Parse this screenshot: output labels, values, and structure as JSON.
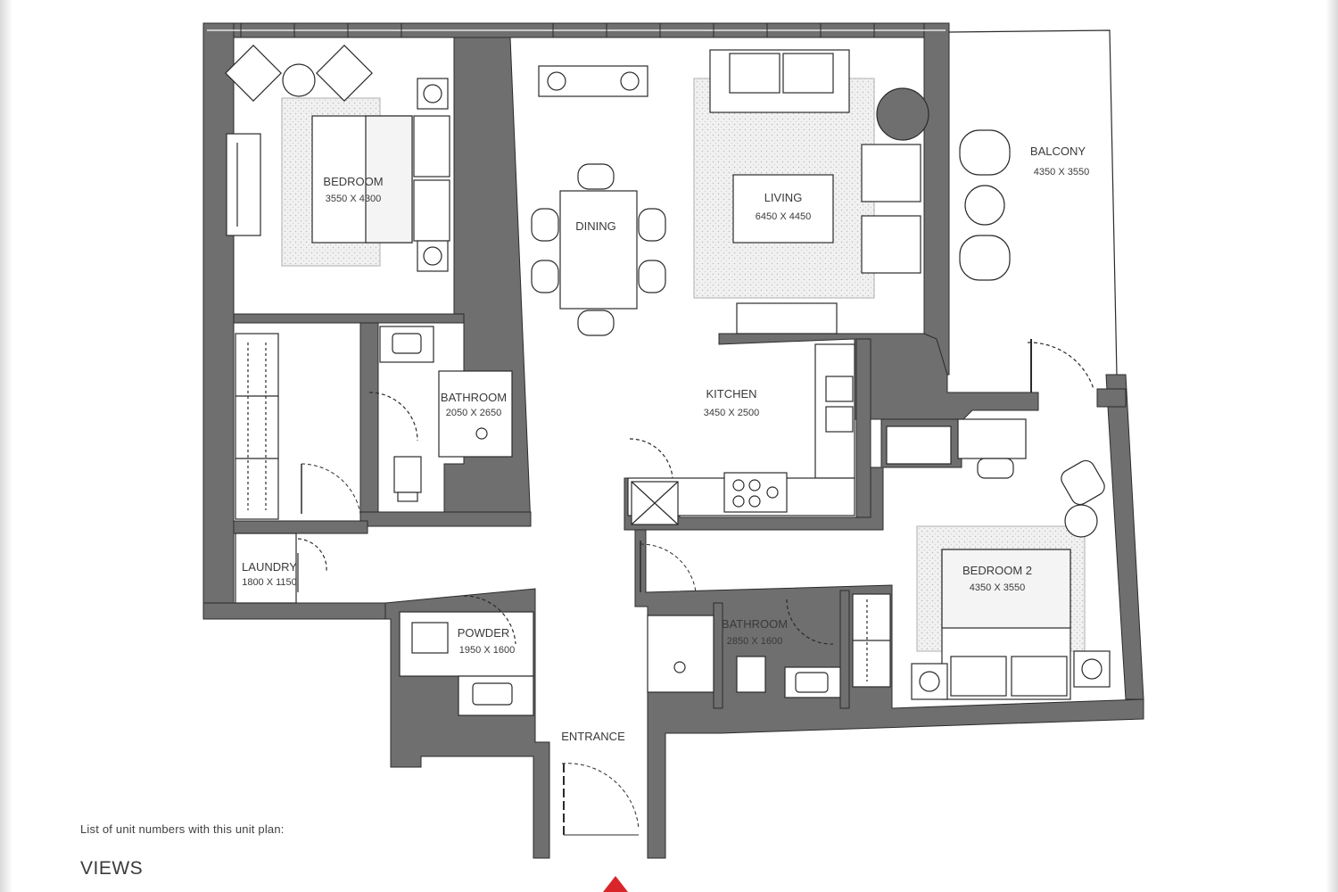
{
  "rooms": {
    "bedroom": {
      "name": "BEDROOM",
      "size": "3550 X 4300"
    },
    "dining": {
      "name": "DINING"
    },
    "living": {
      "name": "LIVING",
      "size": "6450 X 4450"
    },
    "balcony": {
      "name": "BALCONY",
      "size": "4350 X 3550"
    },
    "bathroom_1": {
      "name": "BATHROOM",
      "size": "2050 X 2650"
    },
    "kitchen": {
      "name": "KITCHEN",
      "size": "3450 X 2500"
    },
    "laundry": {
      "name": "LAUNDRY",
      "size": "1800 X 1150"
    },
    "powder": {
      "name": "POWDER",
      "size": "1950 X 1600"
    },
    "bathroom_2": {
      "name": "BATHROOM",
      "size": "2850 X 1600"
    },
    "bedroom_2": {
      "name": "BEDROOM 2",
      "size": "4350 X 3550"
    },
    "entrance": {
      "name": "ENTRANCE"
    }
  },
  "footer": {
    "caption": "List of unit numbers with this unit plan:",
    "heading": "VIEWS"
  },
  "colors": {
    "wall": "#6f6f6f",
    "line": "#2b2b2b",
    "rug": "#efefef",
    "north_marker": "#d9252a"
  }
}
